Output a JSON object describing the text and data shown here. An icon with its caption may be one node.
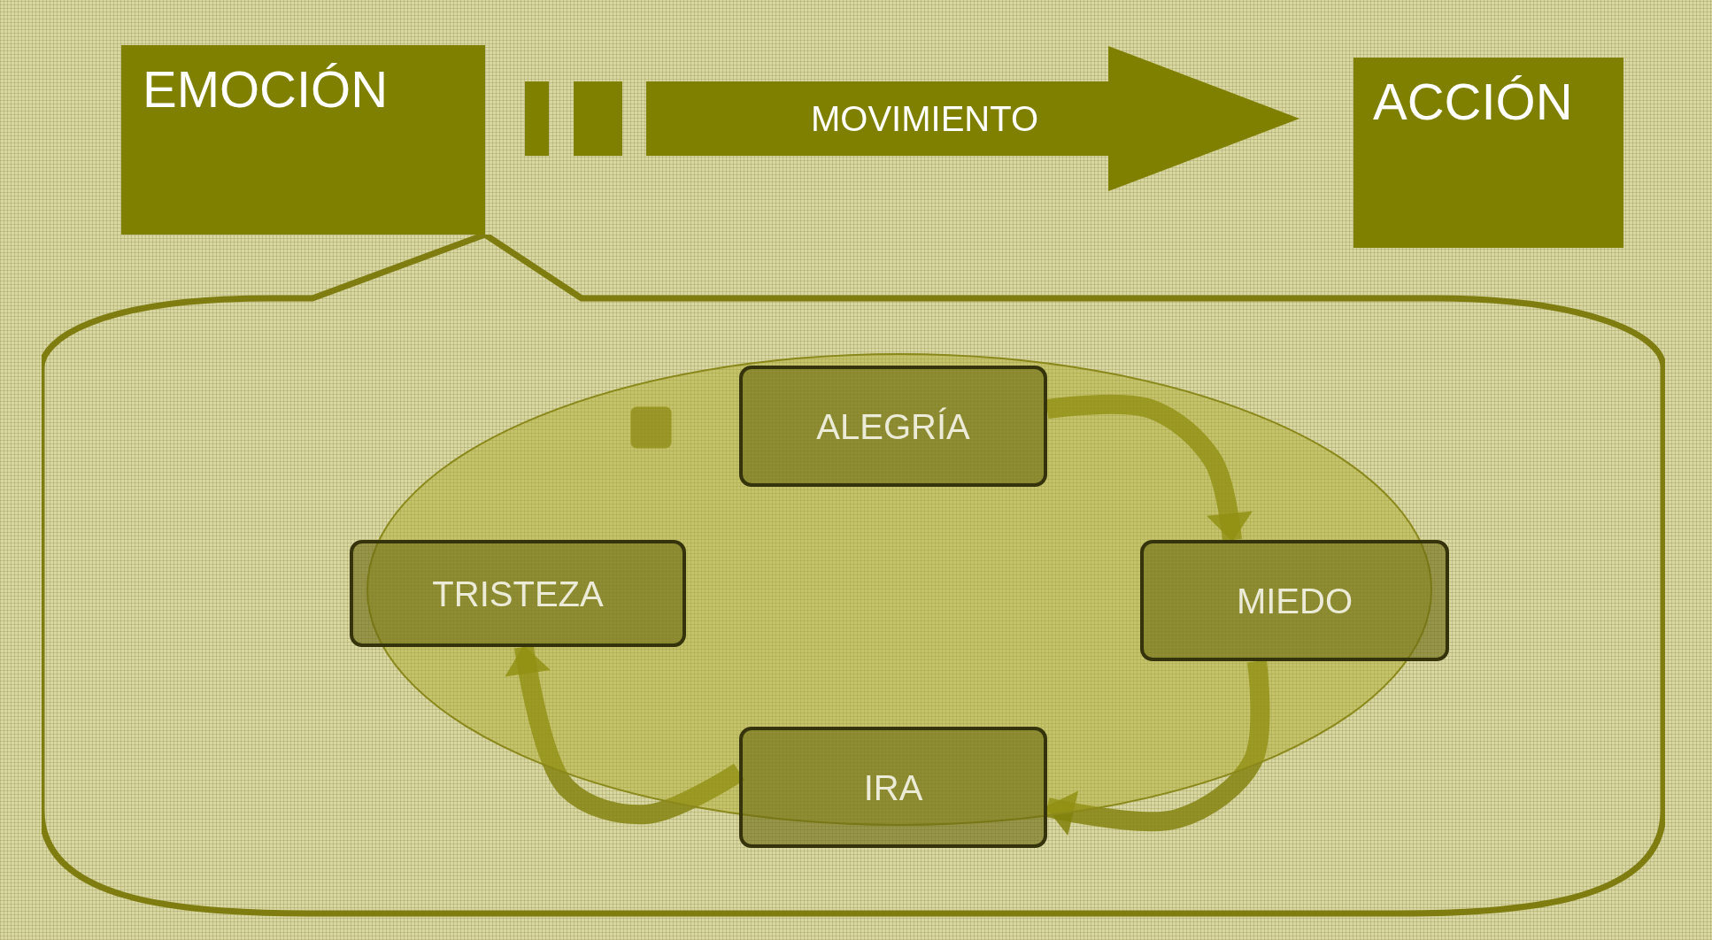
{
  "diagram": {
    "nodes": [
      {
        "text": [
          "EMOCIÓN"
        ]
      },
      {
        "text": [
          "ACCIÓN"
        ]
      },
      {
        "text": [],
        "shape": "box"
      },
      {
        "text": [
          "ALEGRÍA"
        ],
        "in": 2
      },
      {
        "text": [
          "TRISTEZA"
        ],
        "in": 2
      },
      {
        "text": [
          "MIEDO"
        ],
        "in": 2
      },
      {
        "text": [
          "IRA"
        ],
        "in": 2
      }
    ],
    "edges": [
      {
        "from": 0,
        "to": 1,
        "arrow": "to",
        "label": "MOVIMIENTO",
        "style": "thick"
      },
      {
        "from": 3,
        "to": 5,
        "arrow": "to"
      },
      {
        "from": 5,
        "to": 6,
        "arrow": "to"
      },
      {
        "from": 6,
        "to": 4,
        "arrow": "to"
      }
    ]
  }
}
